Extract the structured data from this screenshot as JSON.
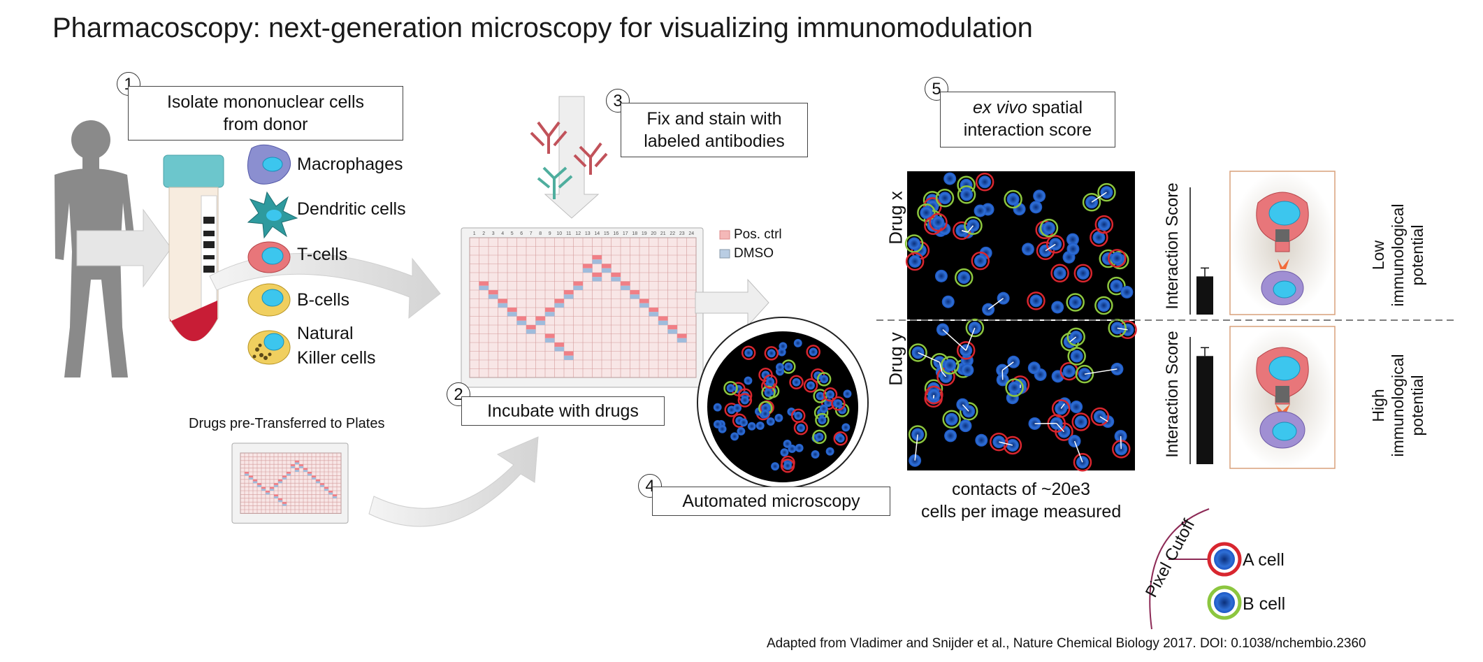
{
  "title": "Pharmacoscopy: next-generation microscopy for visualizing immunomodulation",
  "steps": [
    {
      "number": "1",
      "label_line1": "Isolate mononuclear cells",
      "label_line2": "from donor"
    },
    {
      "number": "2",
      "label_line1": "Incubate with drugs"
    },
    {
      "number": "3",
      "label_line1": "Fix and stain with",
      "label_line2": "labeled antibodies"
    },
    {
      "number": "4",
      "label_line1": "Automated microscopy"
    },
    {
      "number": "5",
      "label_line1_italic": "ex vivo",
      "label_line1_rest": " spatial",
      "label_line2": "interaction score"
    }
  ],
  "cell_types": [
    {
      "label": "Macrophages",
      "icon": "macrophage-icon"
    },
    {
      "label": "Dendritic cells",
      "icon": "dendritic-cell-icon"
    },
    {
      "label": "T-cells",
      "icon": "t-cell-icon"
    },
    {
      "label": "B-cells",
      "icon": "b-cell-icon"
    },
    {
      "label_line1": "Natural",
      "label_line2": "Killer cells",
      "icon": "nk-cell-icon"
    }
  ],
  "plate_legend": {
    "pos": "Pos. ctrl",
    "dmso": "DMSO"
  },
  "drugs_plate_label": "Drugs pre-Transferred to Plates",
  "panels": {
    "drug_x": "Drug x",
    "drug_y": "Drug y",
    "interaction_score": "Interaction Score",
    "low_line1": "Low",
    "low_line2": "immunological",
    "low_line3": "potential",
    "high_line1": "High",
    "high_line2": "immunological",
    "high_line3": "potential",
    "bar_values": {
      "drug_x": 0.3,
      "drug_y": 0.85
    },
    "contacts_line1": "contacts of ~20e3",
    "contacts_line2": "cells per image measured"
  },
  "cutoff": {
    "pixel_cutoff": "Pixel Cutoff",
    "a_cell": "A cell",
    "b_cell": "B cell"
  },
  "plate_numbers": [
    "1",
    "2",
    "3",
    "4",
    "5",
    "6",
    "7",
    "8",
    "9",
    "10",
    "11",
    "12",
    "13",
    "14",
    "15",
    "16",
    "17",
    "18",
    "19",
    "20",
    "21",
    "22",
    "23",
    "24"
  ],
  "citation": "Adapted from Vladimer and Snijder et al., Nature Chemical Biology 2017. DOI: 0.1038/nchembio.2360",
  "colors": {
    "red_ring": "#d8262f",
    "green_ring": "#8cc63f",
    "blue_cell": "#1565c0",
    "pos_well": "#f4b8b8",
    "dmso_well": "#b9cde3"
  }
}
